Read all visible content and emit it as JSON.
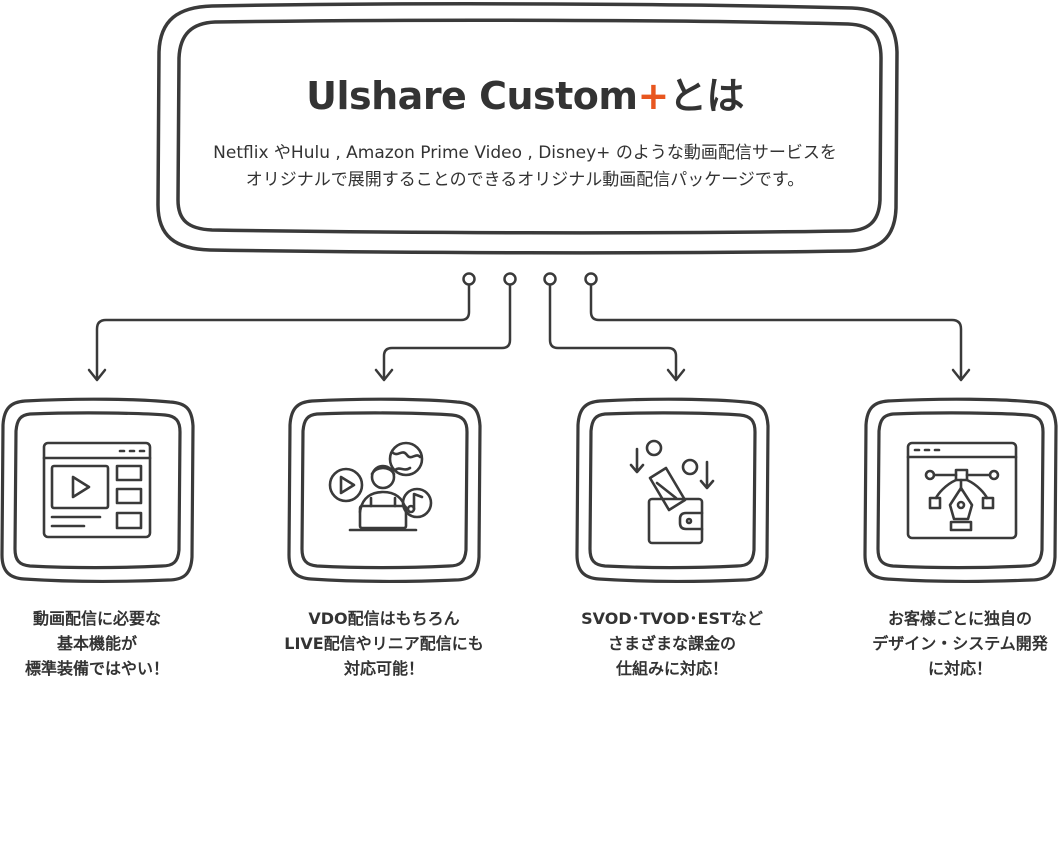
{
  "header": {
    "title_main": "Ulshare Custom",
    "title_plus": "+",
    "title_suffix": "とは",
    "desc_line1": "Netflix やHulu , Amazon Prime Video , Disney+ のような動画配信サービスを",
    "desc_line2": "オリジナルで展開することのできるオリジナル動画配信パッケージです。"
  },
  "features": [
    {
      "icon": "video-player-icon",
      "lines": [
        "動画配信に必要な",
        "基本機能が",
        "標準装備ではやい！"
      ]
    },
    {
      "icon": "live-streamer-icon",
      "lines": [
        "VDO配信はもちろん",
        "LIVE配信やリニア配信にも",
        "対応可能！"
      ]
    },
    {
      "icon": "wallet-payment-icon",
      "lines": [
        "SVOD･TVOD･ESTなど",
        "さまざまな課金の",
        "仕組みに対応！"
      ]
    },
    {
      "icon": "design-pen-icon",
      "lines": [
        "お客様ごとに独自の",
        "デザイン・システム開発",
        "に対応！"
      ]
    }
  ],
  "colors": {
    "ink": "#333333",
    "accent": "#e8561f",
    "background": "#ffffff"
  }
}
